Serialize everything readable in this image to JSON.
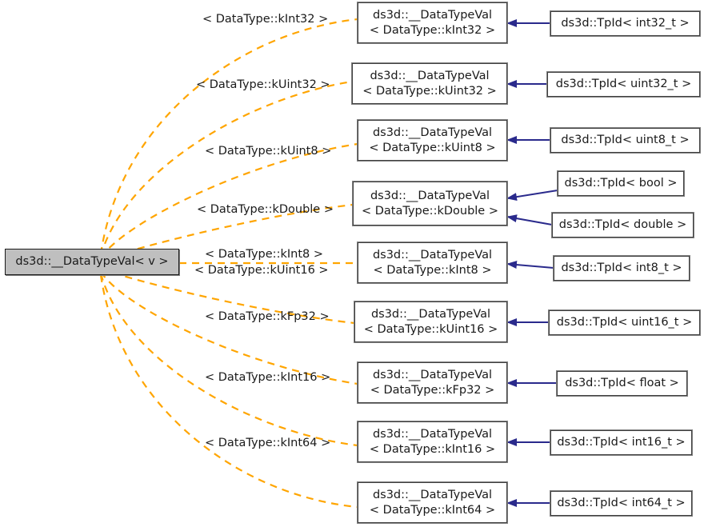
{
  "diagram": {
    "title": "ds3d::__DataTypeVal< v > inheritance diagram",
    "colors": {
      "root_fill": "#bfbfbf",
      "node_fill": "#ffffff",
      "node_border": "#404040",
      "inherit_edge": "#2a2a8c",
      "template_edge": "#ffa500",
      "text": "#1a1a1a",
      "background": "#ffffff"
    },
    "root": {
      "label": "ds3d::__DataTypeVal< v >"
    },
    "middle_nodes": [
      {
        "line1": "ds3d::__DataTypeVal",
        "line2": "< DataType::kInt32 >"
      },
      {
        "line1": "ds3d::__DataTypeVal",
        "line2": "< DataType::kUint32 >"
      },
      {
        "line1": "ds3d::__DataTypeVal",
        "line2": "< DataType::kUint8 >"
      },
      {
        "line1": "ds3d::__DataTypeVal",
        "line2": "< DataType::kDouble >"
      },
      {
        "line1": "ds3d::__DataTypeVal",
        "line2": "< DataType::kInt8 >"
      },
      {
        "line1": "ds3d::__DataTypeVal",
        "line2": "< DataType::kUint16 >"
      },
      {
        "line1": "ds3d::__DataTypeVal",
        "line2": "< DataType::kFp32 >"
      },
      {
        "line1": "ds3d::__DataTypeVal",
        "line2": "< DataType::kInt16 >"
      },
      {
        "line1": "ds3d::__DataTypeVal",
        "line2": "< DataType::kInt64 >"
      }
    ],
    "leaf_nodes": [
      {
        "label": "ds3d::TpId< int32_t >"
      },
      {
        "label": "ds3d::TpId< uint32_t >"
      },
      {
        "label": "ds3d::TpId< uint8_t >"
      },
      {
        "label": "ds3d::TpId< bool >"
      },
      {
        "label": "ds3d::TpId< double >"
      },
      {
        "label": "ds3d::TpId< int8_t >"
      },
      {
        "label": "ds3d::TpId< uint16_t >"
      },
      {
        "label": "ds3d::TpId< float >"
      },
      {
        "label": "ds3d::TpId< int16_t >"
      },
      {
        "label": "ds3d::TpId< int64_t >"
      }
    ],
    "edge_labels": [
      {
        "text": "< DataType::kInt32 >"
      },
      {
        "text": "< DataType::kUint32 >"
      },
      {
        "text": "< DataType::kUint8 >"
      },
      {
        "text": "< DataType::kDouble >"
      },
      {
        "text": "< DataType::kInt8 >"
      },
      {
        "text": "< DataType::kUint16 >"
      },
      {
        "text": "< DataType::kFp32 >"
      },
      {
        "text": "< DataType::kInt16 >"
      },
      {
        "text": "< DataType::kInt64 >"
      }
    ]
  }
}
